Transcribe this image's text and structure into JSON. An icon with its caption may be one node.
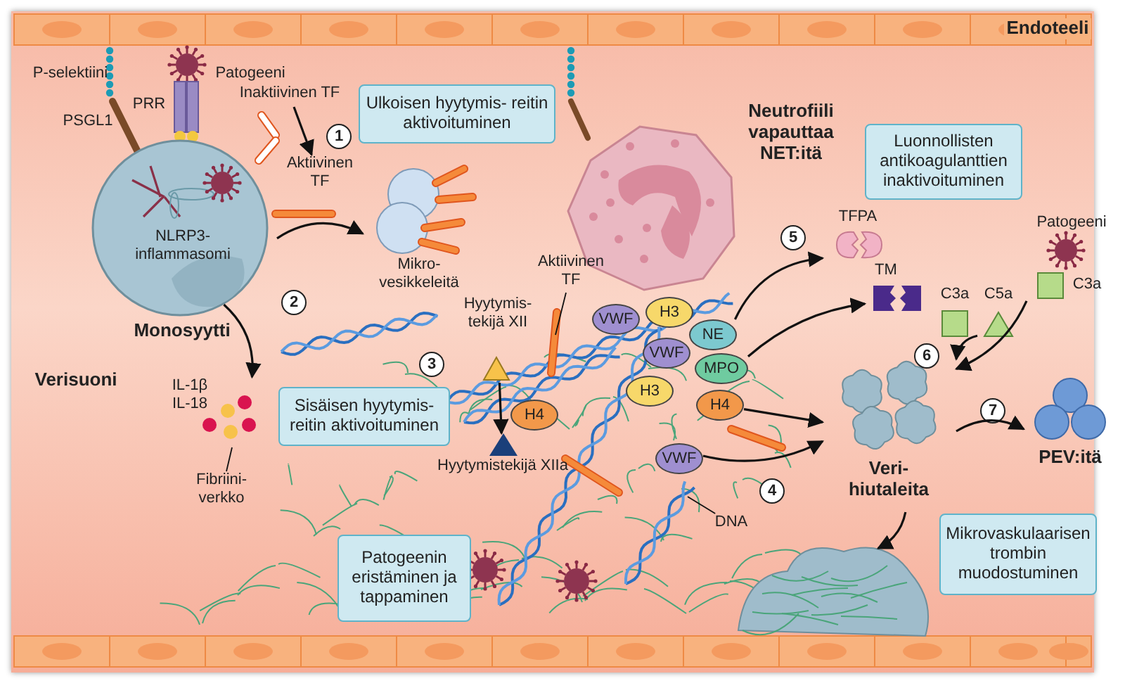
{
  "diagram": {
    "nodes": [
      {
        "text": [
          "NLRP3- inflammasomi"
        ],
        "beside": [
          "Monosyytti"
        ]
      },
      {
        "text": [
          "Inaktiivinen TF"
        ]
      },
      {
        "text": [
          "Aktiivinen TF"
        ]
      },
      {
        "text": [
          "Ulkoisen hyytymis- reitin aktivoituminen"
        ]
      },
      {
        "text": [
          "Mikro- vesikkeleitä"
        ]
      },
      {
        "text": [
          "Neutrofiili vapauttaa NET:itä"
        ]
      },
      {
        "text": [
          "Luonnollisten antikoagulanttien inaktivoituminen"
        ]
      },
      {
        "text": [
          "TFPA"
        ]
      },
      {
        "text": [
          "TM"
        ]
      },
      {
        "text": [
          "C3a"
        ]
      },
      {
        "text": [
          "C5a"
        ]
      },
      {
        "text": [
          "Patogeeni",
          "C3a"
        ]
      },
      {
        "text": [
          "IL-1β",
          "IL-18"
        ]
      },
      {
        "text": [
          "Hyytymis- tekijä XII"
        ]
      },
      {
        "text": [
          "Sisäisen hyytymis- reitin aktivoituminen"
        ]
      },
      {
        "text": [
          "Hyytymistekijä XIIa"
        ]
      },
      {
        "text": [
          "VWF"
        ]
      },
      {
        "text": [
          "H3"
        ]
      },
      {
        "text": [
          "NE"
        ]
      },
      {
        "text": [
          "VWF"
        ]
      },
      {
        "text": [
          "MPO"
        ]
      },
      {
        "text": [
          "H3"
        ]
      },
      {
        "text": [
          "H4"
        ]
      },
      {
        "text": [
          "H4"
        ]
      },
      {
        "text": [
          "VWF"
        ]
      },
      {
        "text": [
          "Veri- hiutaleita"
        ]
      },
      {
        "text": [
          "PEV:itä"
        ]
      },
      {
        "text": [
          "Patogeenin eristäminen ja tappaminen"
        ]
      },
      {
        "text": [
          "Mikrovaskulaarisen trombin muodostuminen"
        ]
      },
      {
        "text": [],
        "shape": "picture"
      },
      {
        "text": [
          "Aktiivinen TF"
        ]
      },
      {
        "text": [
          "DNA"
        ]
      },
      {
        "text": [
          "Fibriini- verkko"
        ]
      }
    ],
    "edges": [
      {
        "from": 1,
        "to": 2,
        "arrow": "to"
      },
      {
        "from": 0,
        "to": 4,
        "arrow": "to"
      },
      {
        "from": 0,
        "to": 12,
        "arrow": "to"
      },
      {
        "from": 13,
        "to": 15,
        "arrow": "to"
      },
      {
        "from": 18,
        "to": 7,
        "arrow": "to"
      },
      {
        "from": 20,
        "to": 8,
        "arrow": "to"
      },
      {
        "from": 23,
        "to": 25,
        "arrow": "to"
      },
      {
        "from": 24,
        "to": 25,
        "arrow": "to"
      },
      {
        "from": 10,
        "to": 25,
        "arrow": "to"
      },
      {
        "from": 11,
        "to": 25,
        "arrow": "to"
      },
      {
        "from": 25,
        "to": 26,
        "arrow": "to"
      },
      {
        "from": 25,
        "to": 29,
        "arrow": "to"
      },
      {
        "from": 30,
        "to": null,
        "arrow": "none"
      },
      {
        "from": 31,
        "to": null,
        "arrow": "none"
      },
      {
        "from": 32,
        "to": null,
        "arrow": "none"
      }
    ],
    "labels": [
      "Endoteeli",
      "P-selektiini",
      "Patogeeni",
      "PRR",
      "PSGL1",
      "1",
      "2",
      "Verisuoni",
      "3",
      "4",
      "5",
      "6",
      "7"
    ]
  }
}
